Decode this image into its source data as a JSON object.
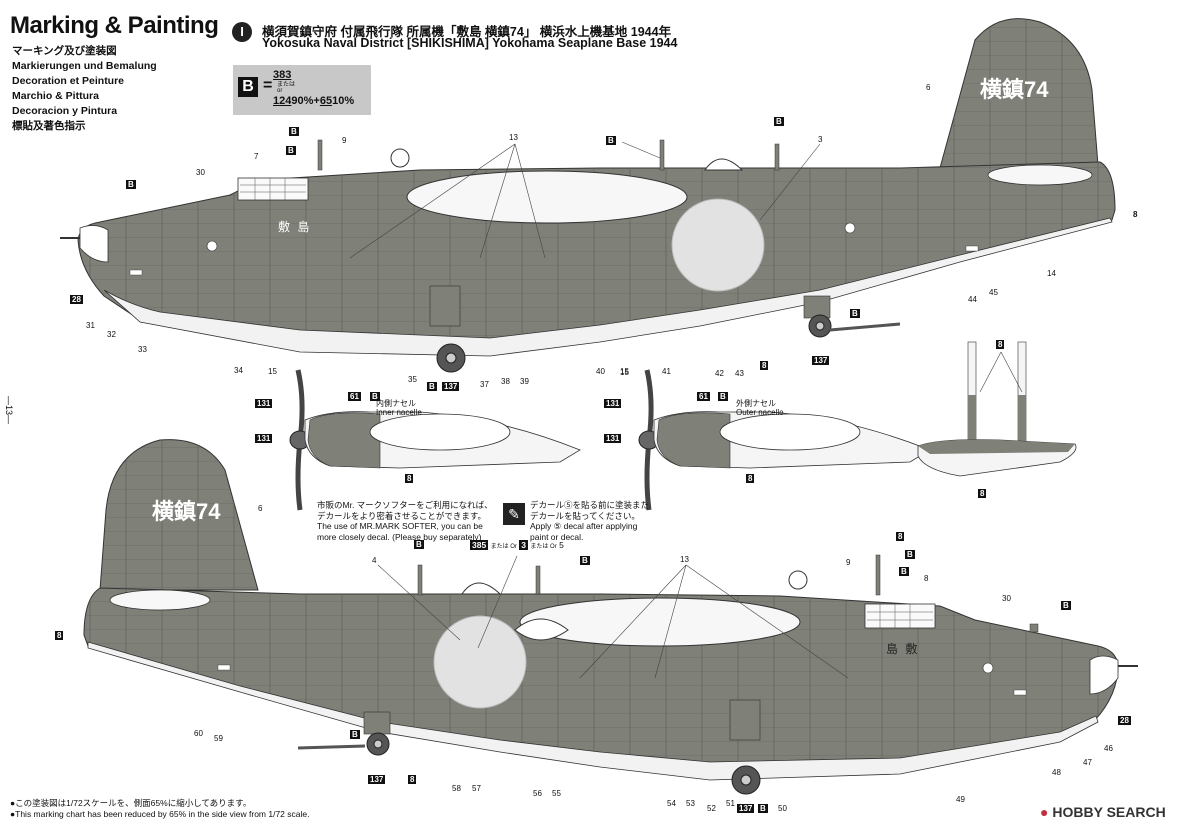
{
  "header": {
    "title": "Marking & Painting",
    "languages": [
      "マーキング及び塗装図",
      "Markierungen und Bemalung",
      "Decoration et Peinture",
      "Marchio & Pittura",
      "Decoracion y Pintura",
      "標貼及著色指示"
    ],
    "scheme_number": "I",
    "line_jp": "横須賀鎮守府 付属飛行隊 所属機「敷島 横鎮74」 横浜水上機基地 1944年",
    "line_en": "Yokosuka Naval District [SHIKISHIMA] Yokohama Seaplane Base 1944"
  },
  "color_box": {
    "letter": "B",
    "equals": "=",
    "option1": "383",
    "or_jp": "または",
    "or_en": "or",
    "mix_a": "124",
    "mix_a_pct": "90%",
    "plus": "+",
    "mix_b": "65",
    "mix_b_pct": "10%"
  },
  "aircraft": {
    "tail_marking": "横鎮74",
    "nose_name_upper": "敷 島",
    "nose_name_lower": "島 敷"
  },
  "notes": {
    "nacelle_inner_jp": "内側ナセル",
    "nacelle_inner_en": "Inner nacelle",
    "nacelle_outer_jp": "外側ナセル",
    "nacelle_outer_en": "Outer nacelle",
    "softer_jp1": "市販のMr. マークソフターをご利用になれば、",
    "softer_jp2": "デカールをより密着させることができます。",
    "softer_en1": "The use of MR.MARK SOFTER, you can be",
    "softer_en2": "more closely decal. (Please buy separately)",
    "decal_jp1": "デカール⑤を貼る前に塗装また",
    "decal_jp2": "デカールを貼ってください。",
    "decal_en1": "Apply ⑤ decal after applying",
    "decal_en2": "paint or decal.",
    "decal_choice_a": "385",
    "decal_choice_or1": "または Or",
    "decal_choice_b": "3",
    "decal_choice_or2": "または Or",
    "decal_choice_c": "5"
  },
  "footer": {
    "jp": "●この塗装図は1/72スケールを、側面65%に縮小してあります。",
    "en": "●This marking chart has been reduced by 65% in the side view from 1/72 scale."
  },
  "page_number": "—13—",
  "watermark": {
    "prefix": "HOBBY",
    "suffix": "SEARCH"
  },
  "callouts_top": [
    "6",
    "8",
    "B",
    "B",
    "9",
    "13",
    "B",
    "B",
    "3",
    "7",
    "30",
    "B",
    "8",
    "28",
    "31",
    "32",
    "33",
    "34",
    "14",
    "44",
    "45",
    "35",
    "B",
    "137",
    "37",
    "38",
    "39",
    "40",
    "15",
    "41",
    "42",
    "43",
    "8",
    "B",
    "137"
  ],
  "callouts_middle": [
    "15",
    "131",
    "131",
    "61",
    "B",
    "8",
    "15",
    "131",
    "131",
    "61",
    "B",
    "8",
    "8",
    "8"
  ],
  "callouts_bottom": [
    "6",
    "4",
    "B",
    "B",
    "9",
    "13",
    "8",
    "B",
    "B",
    "8",
    "30",
    "B",
    "8",
    "28",
    "46",
    "47",
    "48",
    "49",
    "50",
    "51",
    "52",
    "53",
    "54",
    "55",
    "56",
    "57",
    "58",
    "59",
    "60",
    "B",
    "137",
    "8",
    "137",
    "B"
  ],
  "colors": {
    "aircraft_gray": "#7f8078",
    "panel_line": "#5a5b55",
    "hull_white": "#f2f2f2",
    "hinomaru": "#e2e2e2",
    "badge_black": "#111111",
    "box_gray": "#c8c8c8",
    "logo_red": "#c0303a"
  }
}
